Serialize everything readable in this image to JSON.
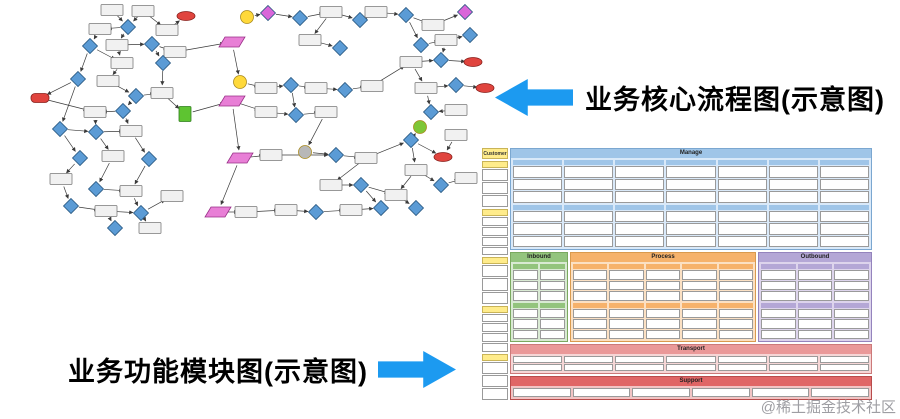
{
  "captions": {
    "flowchart": "业务核心流程图(示意图)",
    "module": "业务功能模块图(示意图)"
  },
  "watermark": "@稀土掘金技术社区",
  "colors": {
    "arrow_blue": "#1c9af0",
    "diamond_blue": "#5b9bd5",
    "terminator_red": "#e0443e",
    "sidebar_yellow": "#ffec8b"
  },
  "flowchart": {
    "styles": {
      "r": {
        "w": 22,
        "h": 11,
        "f": "#f1f1f1",
        "s": "#7a7a7a",
        "name": "process-box"
      },
      "d": {
        "w": 15,
        "h": 15,
        "f": "#5b9bd5",
        "s": "#27567f",
        "name": "decision-diamond"
      },
      "e": {
        "w": 18,
        "h": 9,
        "f": "#e0443e",
        "s": "#891f1b",
        "name": "terminator-ellipse"
      },
      "c": {
        "w": 13,
        "h": 13,
        "f": "#ffd93b",
        "s": "#a98a1e",
        "name": "event-circle"
      },
      "p": {
        "w": 20,
        "h": 10,
        "f": "#e87fd6",
        "s": "#993088",
        "name": "data-parallelogram"
      },
      "g": {
        "w": 12,
        "h": 15,
        "f": "#5ec431",
        "s": "#2e7d1d",
        "name": "green-process-box"
      },
      "rr": {
        "w": 18,
        "h": 9,
        "f": "#e0443e",
        "s": "#891f1b",
        "name": "start-box"
      }
    },
    "nodes": [
      [
        "r",
        112,
        10
      ],
      [
        "r",
        143,
        11
      ],
      [
        "e",
        186,
        16
      ],
      [
        "d",
        128,
        27
      ],
      [
        "r",
        100,
        29
      ],
      [
        "r",
        167,
        30
      ],
      [
        "d",
        90,
        46
      ],
      [
        "r",
        117,
        45
      ],
      [
        "d",
        152,
        44
      ],
      [
        "r",
        175,
        52
      ],
      [
        "r",
        122,
        63
      ],
      [
        "d",
        163,
        63
      ],
      [
        "d",
        78,
        79
      ],
      [
        "r",
        108,
        81
      ],
      [
        "d",
        136,
        96
      ],
      [
        "r",
        162,
        93
      ],
      [
        "rr",
        40,
        98
      ],
      [
        "d",
        123,
        111
      ],
      [
        "r",
        95,
        112
      ],
      [
        "g",
        185,
        114
      ],
      [
        "d",
        60,
        129
      ],
      [
        "d",
        96,
        132
      ],
      [
        "r",
        131,
        131
      ],
      [
        "d",
        80,
        158
      ],
      [
        "r",
        113,
        156
      ],
      [
        "d",
        149,
        159
      ],
      [
        "r",
        61,
        179
      ],
      [
        "d",
        96,
        189
      ],
      [
        "r",
        131,
        191
      ],
      [
        "d",
        71,
        206
      ],
      [
        "r",
        106,
        211
      ],
      [
        "d",
        141,
        213
      ],
      [
        "r",
        172,
        196
      ],
      [
        "r",
        150,
        228
      ],
      [
        "d",
        115,
        228
      ],
      [
        "c",
        247,
        17
      ],
      [
        "d",
        268,
        13,
        "#d966d9"
      ],
      [
        "d",
        300,
        18
      ],
      [
        "r",
        331,
        12
      ],
      [
        "d",
        360,
        20
      ],
      [
        "p",
        232,
        42
      ],
      [
        "r",
        310,
        40
      ],
      [
        "d",
        340,
        48
      ],
      [
        "c",
        240,
        82
      ],
      [
        "r",
        266,
        88
      ],
      [
        "d",
        291,
        85
      ],
      [
        "r",
        316,
        88
      ],
      [
        "d",
        345,
        90
      ],
      [
        "r",
        372,
        86
      ],
      [
        "p",
        232,
        101
      ],
      [
        "r",
        266,
        112
      ],
      [
        "d",
        296,
        115
      ],
      [
        "r",
        326,
        112
      ],
      [
        "c",
        305,
        152,
        "#b8b8b8"
      ],
      [
        "p",
        240,
        158
      ],
      [
        "r",
        271,
        155
      ],
      [
        "d",
        336,
        155
      ],
      [
        "r",
        366,
        158
      ],
      [
        "r",
        331,
        185
      ],
      [
        "d",
        361,
        185
      ],
      [
        "p",
        218,
        212
      ],
      [
        "r",
        246,
        212
      ],
      [
        "r",
        286,
        210
      ],
      [
        "d",
        316,
        212
      ],
      [
        "r",
        351,
        210
      ],
      [
        "d",
        381,
        208
      ],
      [
        "r",
        376,
        12
      ],
      [
        "d",
        406,
        15
      ],
      [
        "r",
        433,
        25
      ],
      [
        "d",
        465,
        12,
        "#d966d9"
      ],
      [
        "d",
        421,
        45
      ],
      [
        "r",
        446,
        40
      ],
      [
        "d",
        470,
        35
      ],
      [
        "r",
        411,
        62
      ],
      [
        "d",
        441,
        60
      ],
      [
        "e",
        473,
        62
      ],
      [
        "r",
        426,
        88
      ],
      [
        "d",
        456,
        85
      ],
      [
        "e",
        485,
        88
      ],
      [
        "r",
        456,
        110
      ],
      [
        "d",
        431,
        112
      ],
      [
        "c",
        420,
        127,
        "#7ec636"
      ],
      [
        "r",
        456,
        135
      ],
      [
        "d",
        411,
        140
      ],
      [
        "e",
        443,
        157
      ],
      [
        "r",
        416,
        170
      ],
      [
        "d",
        441,
        185
      ],
      [
        "r",
        466,
        178
      ],
      [
        "r",
        396,
        195
      ],
      [
        "d",
        416,
        208
      ]
    ],
    "edges": [
      [
        0,
        3
      ],
      [
        1,
        3
      ],
      [
        3,
        4
      ],
      [
        1,
        5
      ],
      [
        5,
        2
      ],
      [
        4,
        6
      ],
      [
        3,
        7
      ],
      [
        7,
        8
      ],
      [
        8,
        9
      ],
      [
        6,
        10
      ],
      [
        7,
        10
      ],
      [
        8,
        11
      ],
      [
        10,
        13
      ],
      [
        6,
        12
      ],
      [
        13,
        14
      ],
      [
        11,
        15
      ],
      [
        14,
        15
      ],
      [
        16,
        18
      ],
      [
        14,
        17
      ],
      [
        17,
        18
      ],
      [
        15,
        19
      ],
      [
        12,
        20
      ],
      [
        20,
        21
      ],
      [
        18,
        21
      ],
      [
        21,
        22
      ],
      [
        17,
        22
      ],
      [
        20,
        23
      ],
      [
        21,
        24
      ],
      [
        22,
        25
      ],
      [
        23,
        26
      ],
      [
        24,
        27
      ],
      [
        27,
        28
      ],
      [
        25,
        28
      ],
      [
        26,
        29
      ],
      [
        29,
        30
      ],
      [
        28,
        31
      ],
      [
        30,
        31
      ],
      [
        31,
        33
      ],
      [
        31,
        32
      ],
      [
        30,
        34
      ],
      [
        9,
        40
      ],
      [
        35,
        36
      ],
      [
        36,
        37
      ],
      [
        37,
        38
      ],
      [
        38,
        39
      ],
      [
        39,
        66
      ],
      [
        38,
        41
      ],
      [
        41,
        42
      ],
      [
        40,
        43
      ],
      [
        43,
        44
      ],
      [
        44,
        45
      ],
      [
        45,
        46
      ],
      [
        46,
        47
      ],
      [
        47,
        48
      ],
      [
        49,
        50
      ],
      [
        50,
        51
      ],
      [
        51,
        52
      ],
      [
        45,
        51
      ],
      [
        48,
        73
      ],
      [
        52,
        53
      ],
      [
        53,
        56
      ],
      [
        54,
        55
      ],
      [
        55,
        56
      ],
      [
        56,
        57
      ],
      [
        57,
        58
      ],
      [
        58,
        59
      ],
      [
        59,
        65
      ],
      [
        60,
        61
      ],
      [
        61,
        62
      ],
      [
        62,
        63
      ],
      [
        63,
        64
      ],
      [
        64,
        65
      ],
      [
        49,
        54
      ],
      [
        54,
        60
      ],
      [
        19,
        49
      ],
      [
        66,
        67
      ],
      [
        67,
        68
      ],
      [
        68,
        69
      ],
      [
        67,
        70
      ],
      [
        70,
        71
      ],
      [
        71,
        72
      ],
      [
        71,
        74
      ],
      [
        74,
        75
      ],
      [
        73,
        74
      ],
      [
        76,
        77
      ],
      [
        77,
        78
      ],
      [
        73,
        76
      ],
      [
        76,
        80
      ],
      [
        79,
        80
      ],
      [
        81,
        83
      ],
      [
        83,
        84
      ],
      [
        82,
        84
      ],
      [
        83,
        85
      ],
      [
        85,
        86
      ],
      [
        86,
        87
      ],
      [
        85,
        88
      ],
      [
        88,
        89
      ],
      [
        57,
        83
      ],
      [
        59,
        88
      ],
      [
        12,
        16
      ]
    ]
  },
  "module": {
    "sidebar": {
      "title": "Customer",
      "groups": [
        3,
        4,
        3,
        4,
        3
      ]
    },
    "sections": [
      {
        "id": "manage",
        "label": "Manage",
        "bg": "#d9e9f9",
        "strip": "#9fc5e8",
        "border": "#7ba7d0",
        "cols": 7,
        "rows": 2,
        "boxes": 3,
        "group_header": true
      },
      {
        "id": "inbound",
        "label": "Inbound",
        "bg": "#d9ead3",
        "strip": "#93c47d",
        "border": "#7aa95f",
        "cols": 2,
        "rows": 2,
        "boxes": 3,
        "group_header": true
      },
      {
        "id": "process",
        "label": "Process",
        "bg": "#fbe0c3",
        "strip": "#f6b26b",
        "border": "#d99a4e",
        "cols": 5,
        "rows": 2,
        "boxes": 3,
        "group_header": true
      },
      {
        "id": "outbound",
        "label": "Outbound",
        "bg": "#ddd4ec",
        "strip": "#b4a7d6",
        "border": "#9484bd",
        "cols": 3,
        "rows": 2,
        "boxes": 3,
        "group_header": true
      },
      {
        "id": "transport",
        "label": "Transport",
        "bg": "#f6d6d6",
        "strip": "#ea9999",
        "border": "#cc7a7a",
        "cols": 7,
        "rows": 1,
        "boxes": 2,
        "group_header": false
      },
      {
        "id": "support",
        "label": "Support",
        "bg": "#f2c4c4",
        "strip": "#e06666",
        "border": "#b84c4c",
        "cols": 6,
        "rows": 1,
        "boxes": 1,
        "group_header": false
      }
    ]
  }
}
